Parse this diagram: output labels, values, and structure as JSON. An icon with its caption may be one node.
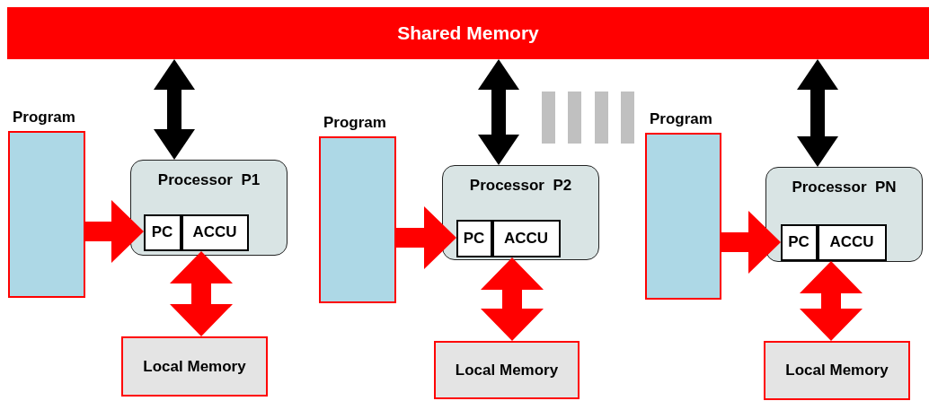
{
  "diagram": {
    "nodes": [
      {
        "text": [
          "Shared Memory"
        ]
      },
      {
        "text": [
          "Program"
        ]
      },
      {
        "text": [
          "Processor P1"
        ]
      },
      {
        "text": [
          "PC"
        ],
        "in": 2
      },
      {
        "text": [
          "ACCU"
        ],
        "in": 2
      },
      {
        "text": [
          "Local Memory"
        ]
      },
      {
        "text": [
          "Program"
        ]
      },
      {
        "text": [
          "Processor P2"
        ]
      },
      {
        "text": [
          "PC"
        ],
        "in": 7
      },
      {
        "text": [
          "ACCU"
        ],
        "in": 7
      },
      {
        "text": [
          "Local Memory"
        ]
      },
      {
        "text": [
          "Program"
        ]
      },
      {
        "text": [
          "Processor PN"
        ]
      },
      {
        "text": [
          "PC"
        ],
        "in": 12
      },
      {
        "text": [
          "ACCU"
        ],
        "in": 12
      },
      {
        "text": [
          "Local Memory"
        ]
      }
    ],
    "edges": [
      {
        "from": 0,
        "to": 2,
        "arrow": "both",
        "color": "#000000"
      },
      {
        "from": 1,
        "to": 3,
        "arrow": "to"
      },
      {
        "from": 4,
        "to": 5,
        "arrow": "both"
      },
      {
        "from": 0,
        "to": 7,
        "arrow": "both",
        "color": "#000000"
      },
      {
        "from": 6,
        "to": 8,
        "arrow": "to"
      },
      {
        "from": 9,
        "to": 10,
        "arrow": "both"
      },
      {
        "from": 0,
        "to": 12,
        "arrow": "both",
        "color": "#000000"
      },
      {
        "from": 11,
        "to": 13,
        "arrow": "to"
      },
      {
        "from": 14,
        "to": 15,
        "arrow": "both"
      }
    ]
  }
}
